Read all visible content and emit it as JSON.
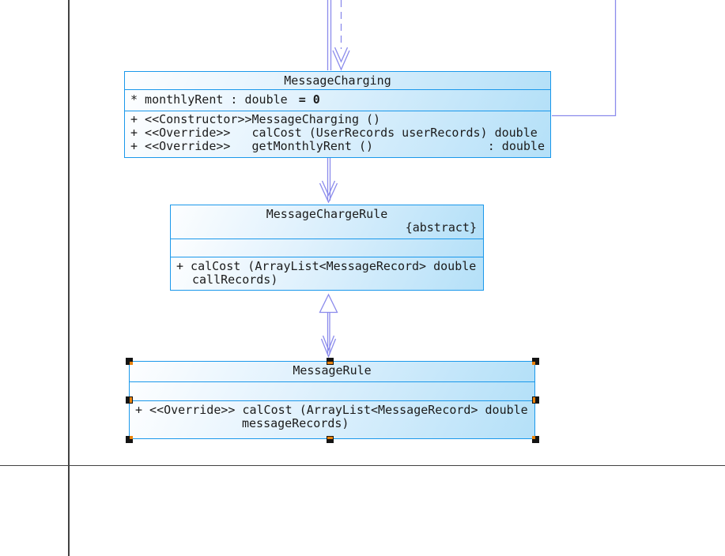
{
  "colors": {
    "class_border": "#1a98eb",
    "class_fill_light": "#fdfeff",
    "class_fill_dark": "#b4e0f8",
    "connector": "#8b8bec",
    "page_boundary": "#424242",
    "selection_handle": "#141414",
    "selection_handle_accent": "#e8820c",
    "text": "#1b1b1b"
  },
  "classes": {
    "message_charging": {
      "name": "MessageCharging",
      "attribute": "* monthlyRent : double",
      "attribute_default": "= 0",
      "method_constructor": "+ <<Constructor>>MessageCharging ()",
      "method_calcost": "+ <<Override>>   calCost (UserRecords userRecords) double",
      "method_getmonthlyrent": "+ <<Override>>   getMonthlyRent ()",
      "method_getmonthlyrent_return": ": double"
    },
    "message_charge_rule": {
      "name": "MessageChargeRule",
      "modifier": "{abstract}",
      "method_calcost_line1": "+ calCost (ArrayList<MessageRecord> double",
      "method_calcost_line2": "callRecords)"
    },
    "message_rule": {
      "name": "MessageRule",
      "method_calcost_line1": "+ <<Override>> calCost (ArrayList<MessageRecord> double",
      "method_calcost_line2": "messageRecords)"
    }
  },
  "relationships": [
    {
      "type": "dependency",
      "style": "dashed-open-arrow",
      "to": "MessageCharging",
      "from": "offscreen-top"
    },
    {
      "type": "association",
      "style": "double-solid-line",
      "to": "MessageCharging",
      "from": "offscreen-top"
    },
    {
      "type": "association",
      "style": "solid-right-angle",
      "to": "MessageCharging",
      "from": "offscreen-top-right"
    },
    {
      "type": "association",
      "style": "open-arrow",
      "from": "MessageCharging",
      "to": "MessageChargeRule"
    },
    {
      "type": "generalization",
      "style": "hollow-triangle",
      "from": "MessageRule",
      "to": "MessageChargeRule"
    },
    {
      "type": "association",
      "style": "open-arrow",
      "from": "MessageChargeRule",
      "to": "MessageRule"
    }
  ]
}
